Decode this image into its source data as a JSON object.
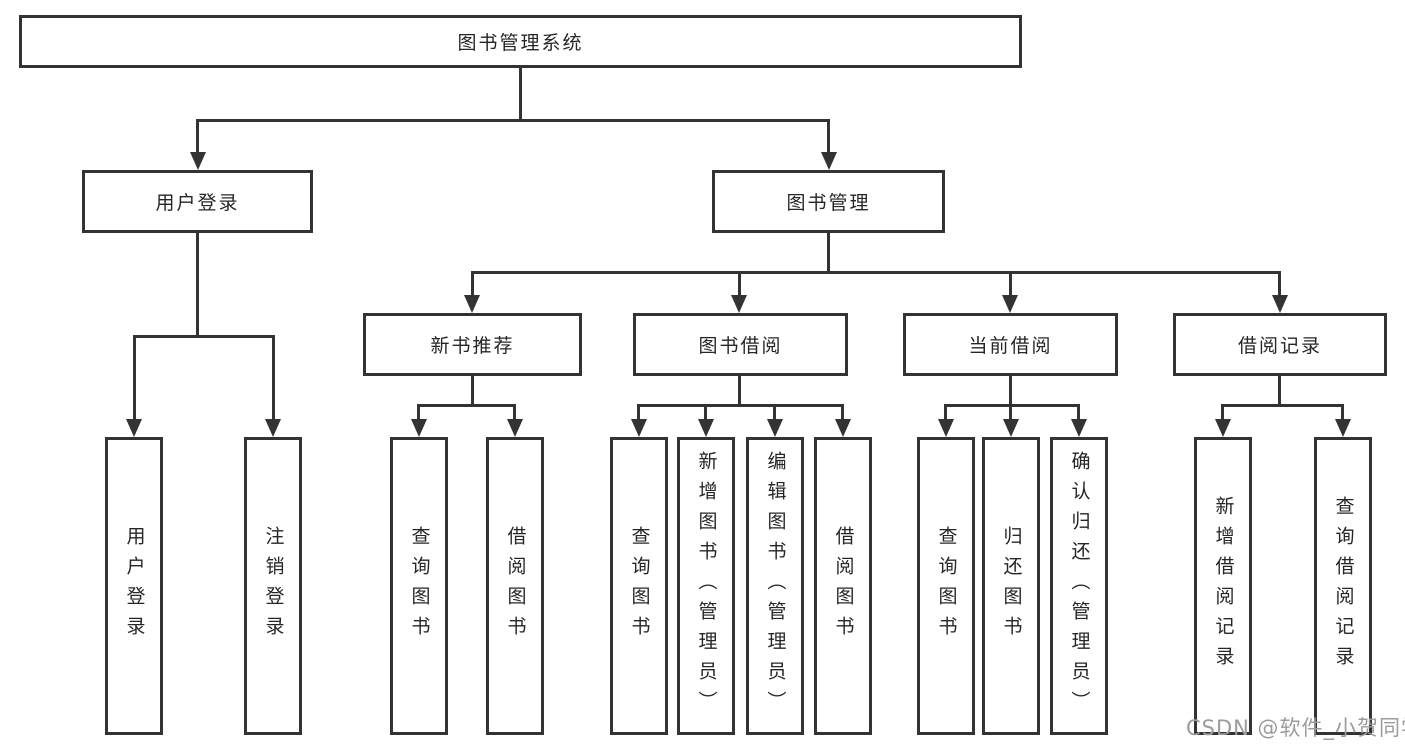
{
  "tree": {
    "root": {
      "label": "图书管理系统"
    },
    "branches": [
      {
        "label": "用户登录",
        "children": [
          {
            "label": "用户登录"
          },
          {
            "label": "注销登录"
          }
        ]
      },
      {
        "label": "图书管理",
        "children": [
          {
            "label": "新书推荐",
            "children": [
              {
                "label": "查询图书"
              },
              {
                "label": "借阅图书"
              }
            ]
          },
          {
            "label": "图书借阅",
            "children": [
              {
                "label": "查询图书"
              },
              {
                "label": "新增图书（管理员）"
              },
              {
                "label": "编辑图书（管理员）"
              },
              {
                "label": "借阅图书"
              }
            ]
          },
          {
            "label": "当前借阅",
            "children": [
              {
                "label": "查询图书"
              },
              {
                "label": "归还图书"
              },
              {
                "label": "确认归还（管理员）"
              }
            ]
          },
          {
            "label": "借阅记录",
            "children": [
              {
                "label": "新增借阅记录"
              },
              {
                "label": "查询借阅记录"
              }
            ]
          }
        ]
      }
    ]
  },
  "watermark": {
    "text": "CSDN @软件_小贺同学"
  },
  "colors": {
    "line": "#333333",
    "node_text": "#262626",
    "watermark": "#9c9c9c",
    "background": "#ffffff"
  }
}
